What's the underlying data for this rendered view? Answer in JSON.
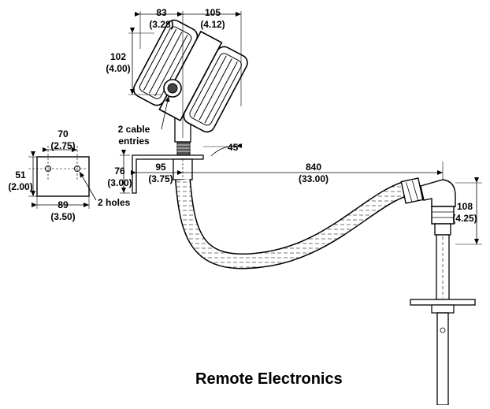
{
  "caption": "Remote Electronics",
  "dimensions": {
    "housing_width": "83",
    "housing_width_in": "(3.28)",
    "housing_depth": "105",
    "housing_depth_in": "(4.12)",
    "housing_height": "102",
    "housing_height_in": "(4.00)",
    "plate_width_top": "70",
    "plate_width_top_in": "(2.75)",
    "plate_height": "51",
    "plate_height_in": "(2.00)",
    "plate_width_bottom": "89",
    "plate_width_bottom_in": "(3.50)",
    "bracket_height": "76",
    "bracket_height_in": "(3.00)",
    "bracket_width": "95",
    "bracket_width_in": "(3.75)",
    "cable_length": "840",
    "cable_length_in": "(33.00)",
    "fitting_height": "108",
    "fitting_height_in": "(4.25)",
    "angle": "45°"
  },
  "callouts": {
    "cable_entries_line1": "2 cable",
    "cable_entries_line2": "entries",
    "holes": "2 holes"
  }
}
